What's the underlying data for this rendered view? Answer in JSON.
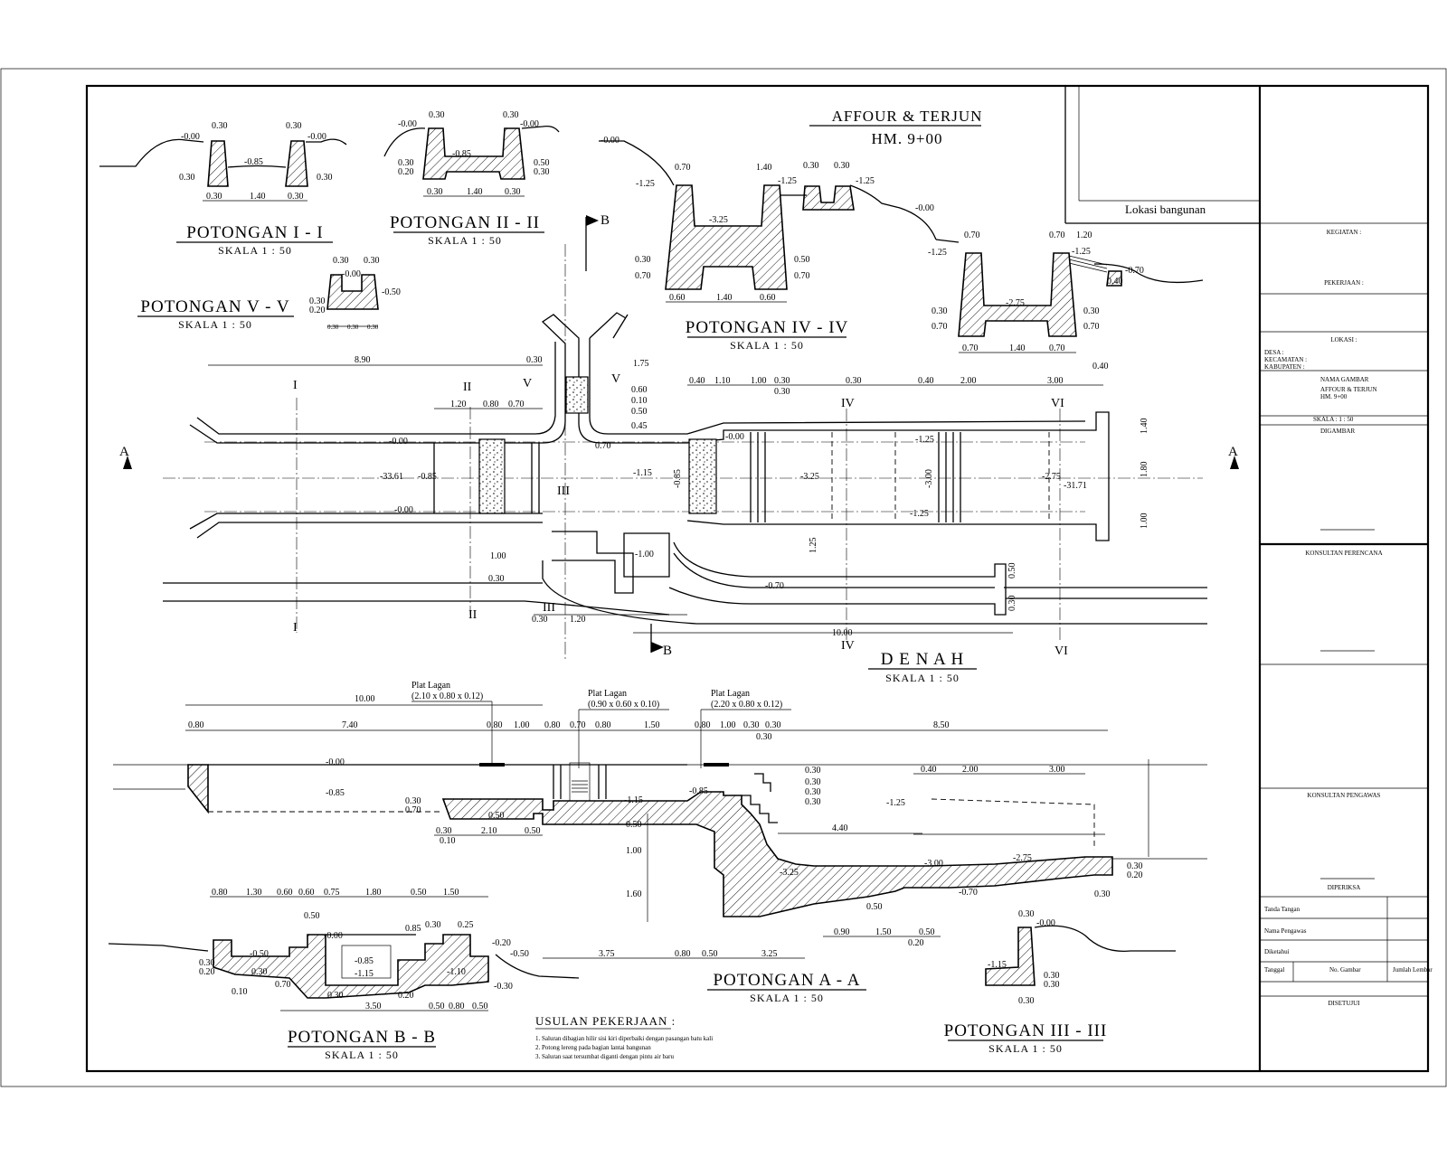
{
  "title": {
    "line1": "AFFOUR & TERJUN",
    "line2": "HM. 9+00"
  },
  "location_label": "Lokasi bangunan",
  "sections": {
    "pot1": {
      "title": "POTONGAN I - I",
      "scale": "SKALA 1 : 50"
    },
    "pot2": {
      "title": "POTONGAN II - II",
      "scale": "SKALA 1 : 50"
    },
    "pot5": {
      "title": "POTONGAN V - V",
      "scale": "SKALA 1 : 50"
    },
    "pot4": {
      "title": "POTONGAN IV - IV",
      "scale": "SKALA 1 : 50"
    },
    "denah": {
      "title": "D E N A H",
      "scale": "SKALA 1 : 50"
    },
    "potAA": {
      "title": "POTONGAN A - A",
      "scale": "SKALA 1 : 50"
    },
    "potBB": {
      "title": "POTONGAN B - B",
      "scale": "SKALA 1 : 50"
    },
    "pot3": {
      "title": "POTONGAN III - III",
      "scale": "SKALA 1 : 50"
    }
  },
  "markers": {
    "A": "A",
    "B": "B",
    "I": "I",
    "II": "II",
    "III": "III",
    "IV": "IV",
    "V": "V",
    "VI": "VI"
  },
  "dimensions": {
    "pot1": [
      "0.30",
      "0.30",
      "-0.00",
      "-0.00",
      "-0.85",
      "0.30",
      "0.30",
      "0.30",
      "1.40",
      "0.30"
    ],
    "pot2": [
      "0.30",
      "0.30",
      "-0.00",
      "-0.00",
      "-0.85",
      "0.30",
      "0.20",
      "0.30",
      "1.40",
      "0.30",
      "0.50",
      "0.30"
    ],
    "pot5": [
      "0.30",
      "0.30",
      "-0.00",
      "-0.50",
      "0.30",
      "0.20",
      "0.30",
      "0.30",
      "0.30"
    ],
    "pot4": [
      "-0.00",
      "-1.25",
      "0.70",
      "1.40",
      "0.70",
      "0.30",
      "-1.25",
      "-3.25",
      "0.30",
      "0.70",
      "0.50",
      "0.70",
      "0.60",
      "1.40",
      "0.60"
    ],
    "pot4b": [
      "-0.00",
      "-1.25",
      "0.70",
      "1.20",
      "-1.25",
      "-2.75",
      "0.30",
      "0.70",
      "0.70",
      "1.40",
      "0.70",
      "0.40",
      "-0.70"
    ],
    "denah_top": [
      "8.90",
      "0.30",
      "1.75",
      "0.40",
      "1.10",
      "1.00",
      "0.30",
      "0.30",
      "0.30",
      "0.40",
      "2.00",
      "3.00",
      "0.40",
      "1.20",
      "0.80",
      "0.70",
      "0.60",
      "0.10",
      "0.50",
      "0.45"
    ],
    "denah_levels": [
      "-0.00",
      "-0.00",
      "-0.00",
      "-0.85",
      "-33.61",
      "-1.15",
      "-0.85",
      "-3.25",
      "-3.00",
      "-1.25",
      "-1.25",
      "-2.75",
      "-31.71",
      "-0.70",
      "-1.00",
      "0.70",
      "1.40",
      "1.80",
      "1.00",
      "1.25",
      "1.00",
      "0.30",
      "0.30",
      "1.20",
      "10.00",
      "0.50",
      "0.30"
    ],
    "potAA_top": [
      "10.00",
      "0.80",
      "7.40",
      "0.80",
      "1.00",
      "0.80",
      "0.70",
      "0.80",
      "1.50",
      "0.80",
      "1.00",
      "0.30",
      "0.30",
      "8.50",
      "0.30"
    ],
    "potAA_levels": [
      "-0.00",
      "-0.85",
      "0.30",
      "0.70",
      "0.50",
      "0.30",
      "0.10",
      "2.10",
      "0.50",
      "-1.15",
      "-0.85",
      "0.50",
      "1.00",
      "1.60",
      "4.40",
      "-3.25",
      "-3.00",
      "-2.75",
      "-0.70",
      "0.30",
      "0.20",
      "0.30",
      "0.40",
      "2.00",
      "3.00",
      "-1.25",
      "0.30",
      "0.30",
      "0.30",
      "0.30",
      "0.50",
      "0.90",
      "1.50",
      "0.50",
      "0.20",
      "3.75",
      "0.80",
      "0.50",
      "3.25"
    ],
    "potBB": [
      "0.80",
      "1.30",
      "0.60",
      "0.60",
      "0.75",
      "1.80",
      "0.50",
      "1.50",
      "0.50",
      "-0.00",
      "0.85",
      "0.30",
      "0.25",
      "-0.50",
      "-0.85",
      "-1.15",
      "-0.20",
      "-0.50",
      "0.30",
      "0.20",
      "0.30",
      "0.70",
      "0.10",
      "0.30",
      "0.20",
      "3.50",
      "0.50",
      "0.80",
      "0.50",
      "-1.10",
      "-0.30"
    ],
    "pot3": [
      "0.30",
      "-0.00",
      "-1.15",
      "0.30",
      "0.30",
      "0.30"
    ]
  },
  "plat_labels": [
    {
      "name": "Plat Lagan",
      "size": "(2.10 x 0.80 x 0.12)"
    },
    {
      "name": "Plat Lagan",
      "size": "(0.90 x 0.60 x 0.10)"
    },
    {
      "name": "Plat Lagan",
      "size": "(2.20 x 0.80 x 0.12)"
    }
  ],
  "notes": {
    "heading": "USULAN PEKERJAAN :",
    "items": [
      "1. Saluran dibagian hilir sisi kiri diperbaiki dengan pasangan batu kali",
      "2. Potong lereng pada bagian lantai bangunan",
      "3. Saluran saat tersumbat diganti dengan pintu air baru"
    ]
  },
  "title_block": {
    "rows": [
      "KEGIATAN :",
      "PEKERJAAN :",
      "LOKASI :",
      "DESA :",
      "KECAMATAN :",
      "KABUPATEN :",
      "NAMA GAMBAR",
      "AFFOUR & TERJUN",
      "HM. 9+00",
      "SKALA : 1 : 50",
      "DIGAMBAR",
      "KONSULTAN PERENCANA",
      "KONSULTAN PENGAWAS",
      "DIPERIKSA",
      "Tanda Tangan",
      "Nama Pengawas",
      "Diketahui",
      "Tanggal",
      "No. Gambar",
      "Jumlah Lembar",
      "DISETUJUI"
    ]
  }
}
